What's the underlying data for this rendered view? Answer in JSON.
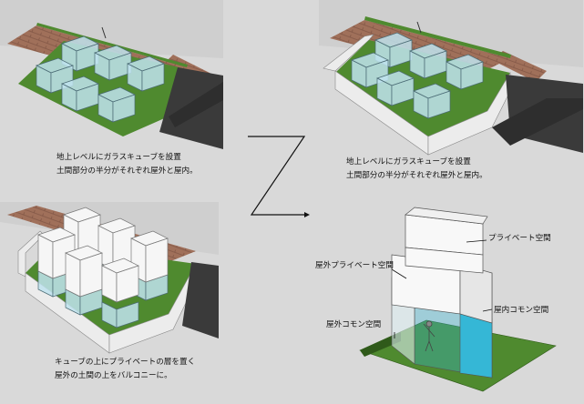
{
  "panels": [
    {
      "caption_lines": [
        "地上レベルにガラスキューブを設置",
        "土間部分の半分がそれぞれ屋外と屋内。"
      ]
    },
    {
      "caption_lines": [
        "地上レベルにガラスキューブを設置",
        "土間部分の半分がそれぞれ屋外と屋内。"
      ]
    },
    {
      "caption_lines": [
        "キューブの上にプライベートの層を置く",
        "屋外の土間の上をバルコニーに。"
      ]
    }
  ],
  "section_labels": {
    "private_space": "プライベート空間",
    "outdoor_private_space": "屋外プライベート空間",
    "indoor_common_space": "屋内コモン空間",
    "outdoor_common_space": "屋外コモン空間"
  },
  "colors": {
    "grass": "#4f8a2f",
    "glass": "#bfe3ee",
    "indoor_common": "#35b7d6",
    "building_shadow": "#3a3a3a",
    "brick": "#a0705a",
    "wall": "#ececec"
  }
}
